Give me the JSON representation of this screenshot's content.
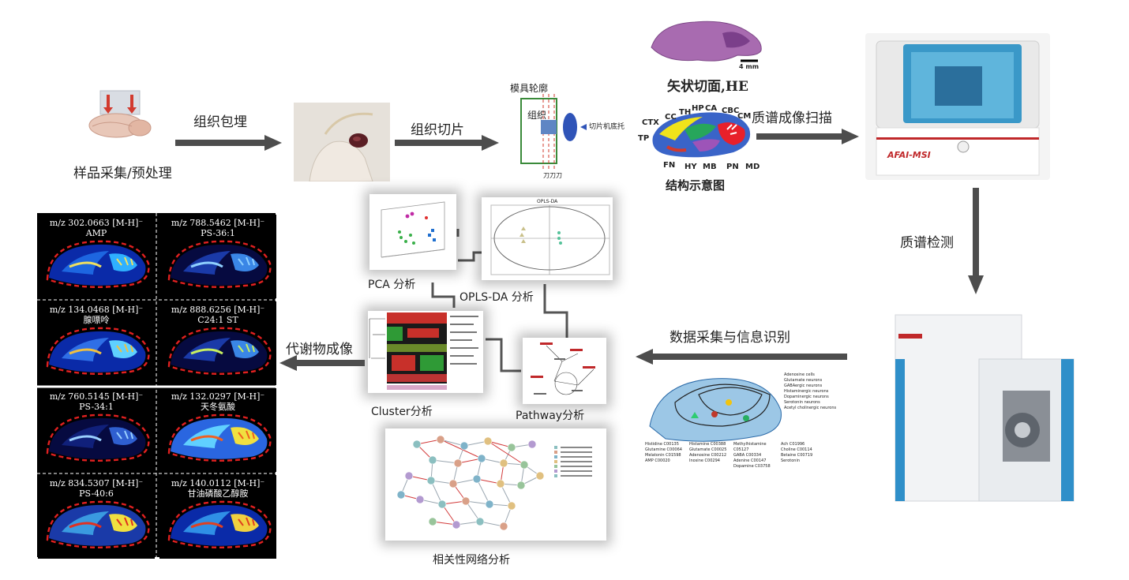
{
  "steps": {
    "sample": "样品采集/预处理",
    "embed": "组织包埋",
    "section": "组织切片",
    "scan": "质谱成像扫描",
    "detect": "质谱检测",
    "acquire": "数据采集与信息识别",
    "imaging": "代谢物成像"
  },
  "mold": {
    "title": "模具轮廓",
    "tissue": "组织",
    "holder": "切片机底托",
    "blade": "刀刀刀"
  },
  "brain": {
    "sagittal_caption": "矢状切面,HE",
    "scale": "4 mm",
    "schematic_caption": "结构示意图",
    "regions": [
      "CTX",
      "CC",
      "TH",
      "HP",
      "CA",
      "CBC",
      "CM",
      "TP",
      "FN",
      "HY",
      "MB",
      "PN",
      "MD"
    ]
  },
  "instrument": {
    "brand": "AFAI-MSI"
  },
  "analyses": {
    "pca": "PCA 分析",
    "oplsda": "OPLS-DA 分析",
    "oplsda_title": "OPLS-DA",
    "cluster": "Cluster分析",
    "pathway": "Pathway分析",
    "network": "相关性网络分析"
  },
  "neuro_legend": [
    "Histidine C00135",
    "Histamine C00388",
    "Methylhistamine C05127",
    "Ach C01996",
    "Glutamine C00064",
    "Glutamate C00025",
    "GABA C00334",
    "Choline C00114",
    "Melatonin C01598",
    "Adenosine C00212",
    "Adenine C00147",
    "Betaine C00719",
    "AMP C00020",
    "Inosine C00294",
    "Dopamine C03758",
    "Serotonin"
  ],
  "neuro_types": [
    "Adenosine cells",
    "Glutamate neurons",
    "GABAergic neurons",
    "Histaminergic neurons",
    "Dopaminergic neurons",
    "Serotonin neurons",
    "Acetyl cholinergic neurons"
  ],
  "msi_tiles": [
    {
      "mz": "m/z 302.0663 [M-H]⁻",
      "name": "AMP"
    },
    {
      "mz": "m/z 788.5462 [M-H]⁻",
      "name": "PS-36:1"
    },
    {
      "mz": "m/z 134.0468 [M-H]⁻",
      "name": "腺嘌呤"
    },
    {
      "mz": "m/z 888.6256 [M-H]⁻",
      "name": "C24:1 ST"
    },
    {
      "mz": "m/z 760.5145 [M-H]⁻",
      "name": "PS-34:1"
    },
    {
      "mz": "m/z 132.0297 [M-H]⁻",
      "name": "天冬氨酸"
    },
    {
      "mz": "m/z 834.5307 [M-H]⁻",
      "name": "PS-40:6"
    },
    {
      "mz": "m/z 140.0112 [M-H]⁻",
      "name": "甘油磷酸乙醇胺"
    }
  ],
  "colors": {
    "arrow": "#4d4d4d",
    "outline_dash": "#e02020",
    "msi_bg": "#000000"
  }
}
